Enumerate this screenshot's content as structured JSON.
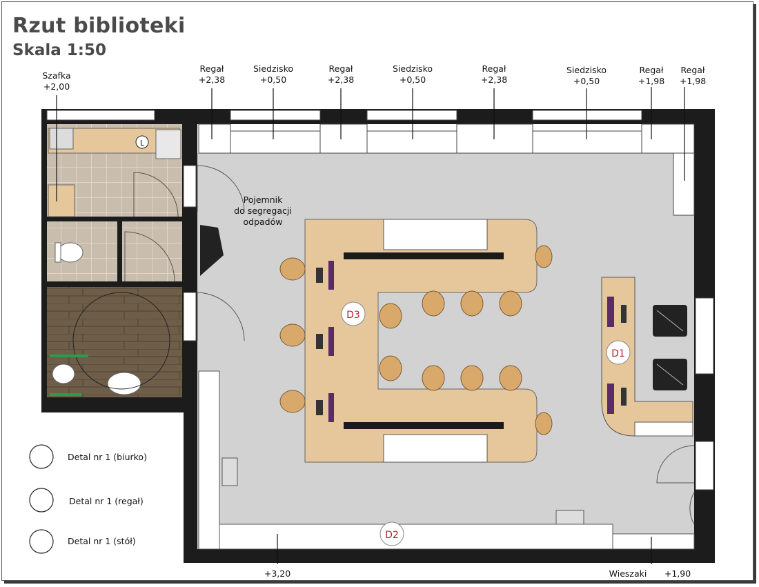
{
  "header": {
    "title": "Rzut biblioteki",
    "scale": "Skala 1:50"
  },
  "top_labels": [
    {
      "name": "Szafka",
      "value": "+2,00"
    },
    {
      "name": "Regał",
      "value": "+2,38"
    },
    {
      "name": "Siedzisko",
      "value": "+0,50"
    },
    {
      "name": "Regał",
      "value": "+2,38"
    },
    {
      "name": "Siedzisko",
      "value": "+0,50"
    },
    {
      "name": "Regał",
      "value": "+2,38"
    },
    {
      "name": "Siedzisko",
      "value": "+0,50"
    },
    {
      "name": "Regał",
      "value": "+1,98"
    },
    {
      "name": "Regał",
      "value": "+1,98"
    }
  ],
  "annotations": {
    "bin": [
      "Pojemnik",
      "do segregacji",
      "odpadów"
    ],
    "bottom_height": "+3,20",
    "wieszaki": "Wieszaki",
    "wieszaki_height": "+1,90"
  },
  "markers": {
    "d1": "D1",
    "d2": "D2",
    "d3": "D3",
    "toilet_mark": "L"
  },
  "legend": [
    {
      "label": "Detal nr 1 (biurko)"
    },
    {
      "label": "Detal nr 1 (regał)"
    },
    {
      "label": "Detal nr 1 (stół)"
    }
  ],
  "colors": {
    "wall": "#1c1c1c",
    "floor": "#d2d2d2",
    "wood": "#e5c79b",
    "marker_red": "#b3232e",
    "tile": "#c8bcaa",
    "parquet": "#6b5a45"
  }
}
